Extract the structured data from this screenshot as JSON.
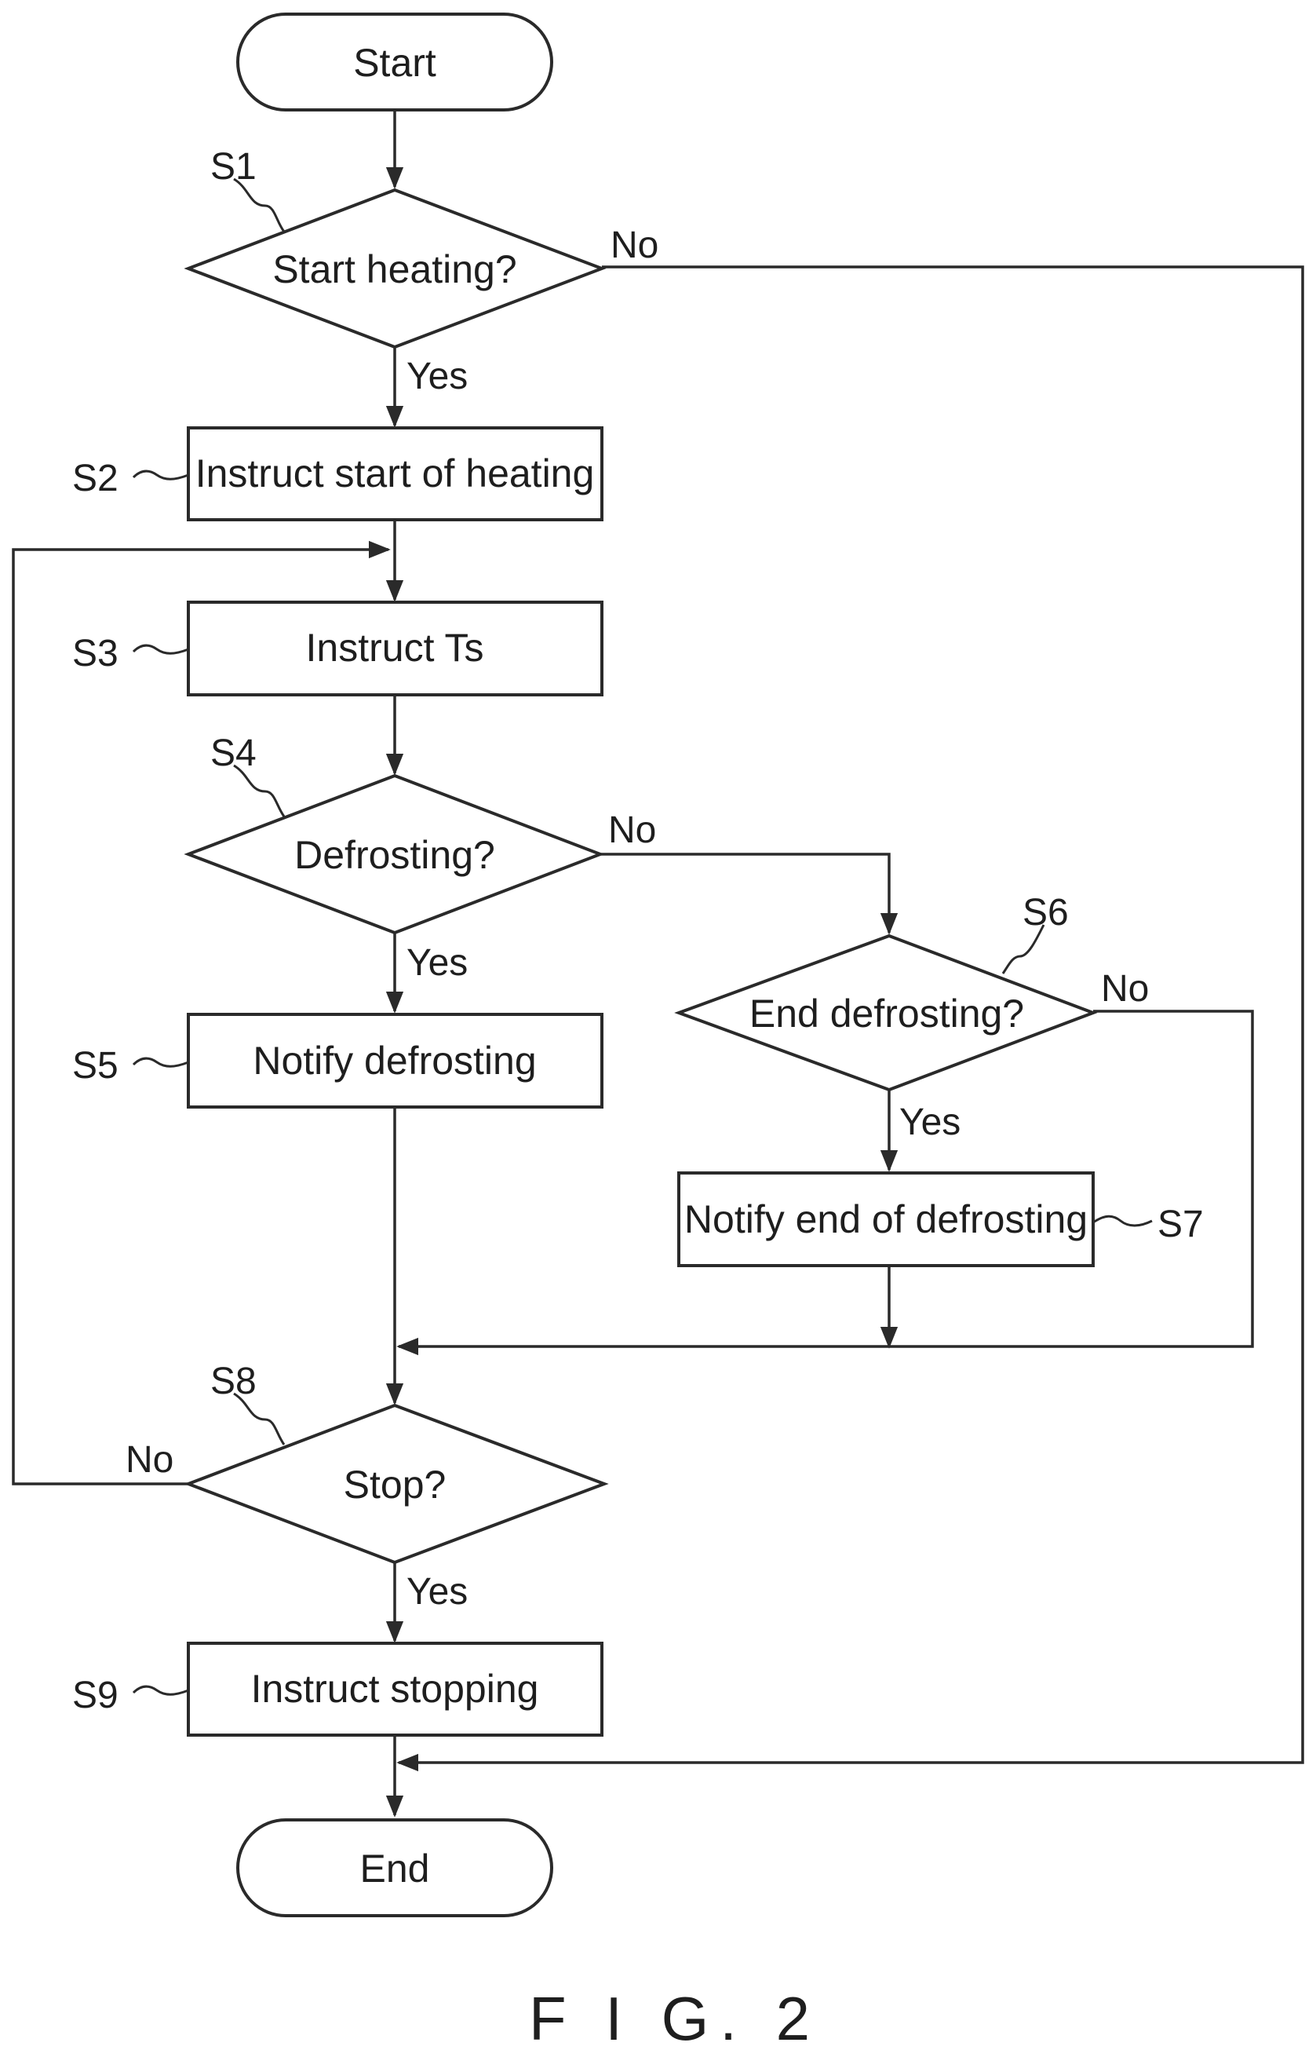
{
  "nodes": {
    "start": "Start",
    "s1": "Start heating?",
    "s2": "Instruct start of heating",
    "s3": "Instruct Ts",
    "s4": "Defrosting?",
    "s5": "Notify defrosting",
    "s6": "End defrosting?",
    "s7": "Notify end of defrosting",
    "s8": "Stop?",
    "s9": "Instruct stopping",
    "end": "End"
  },
  "steps": {
    "s1": "S1",
    "s2": "S2",
    "s3": "S3",
    "s4": "S4",
    "s5": "S5",
    "s6": "S6",
    "s7": "S7",
    "s8": "S8",
    "s9": "S9"
  },
  "branches": {
    "s1_yes": "Yes",
    "s1_no": "No",
    "s4_yes": "Yes",
    "s4_no": "No",
    "s6_yes": "Yes",
    "s6_no": "No",
    "s8_yes": "Yes",
    "s8_no": "No"
  },
  "figure_label": "F I G. 2"
}
